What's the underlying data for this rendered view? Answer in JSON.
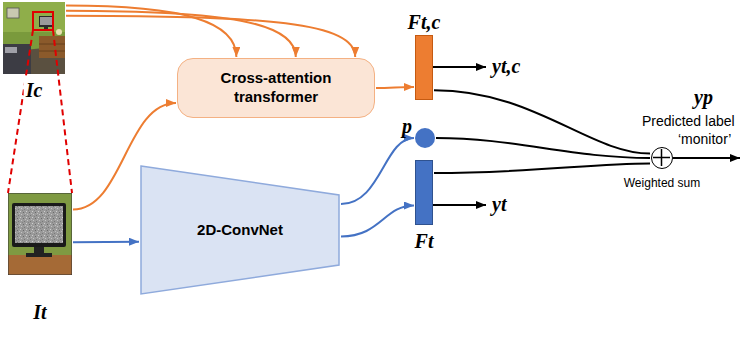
{
  "diagram": {
    "nodes": [
      {
        "text": [
          "Ic"
        ]
      },
      {
        "text": [
          "Cross-attention transformer"
        ]
      },
      {
        "text": [
          "2D-ConvNet"
        ]
      },
      {
        "text": [
          "Ft,c"
        ]
      },
      {
        "text": [
          "p"
        ]
      },
      {
        "text": [
          "Ft"
        ]
      },
      {
        "text": [
          "It"
        ]
      },
      {
        "text": [
          "Weighted sum"
        ]
      }
    ],
    "edges": [
      {
        "from": 0,
        "to": 1,
        "arrow": "to"
      },
      {
        "from": 0,
        "to": 1,
        "arrow": "to"
      },
      {
        "from": 0,
        "to": 1,
        "arrow": "to"
      },
      {
        "from": 6,
        "to": 1,
        "arrow": "to"
      },
      {
        "from": 6,
        "to": 2,
        "arrow": "to"
      },
      {
        "from": 1,
        "to": 3,
        "arrow": "to"
      },
      {
        "from": 2,
        "to": 4,
        "arrow": "to"
      },
      {
        "from": 2,
        "to": 5,
        "arrow": "to"
      },
      {
        "from": 3,
        "to": 7,
        "arrow": "none"
      },
      {
        "from": 4,
        "to": 7,
        "arrow": "none"
      },
      {
        "from": 5,
        "to": 7,
        "arrow": "none"
      }
    ],
    "labels": [
      "yt,c",
      "yt",
      "yp",
      "Predicted label",
      "‘monitor’"
    ]
  }
}
